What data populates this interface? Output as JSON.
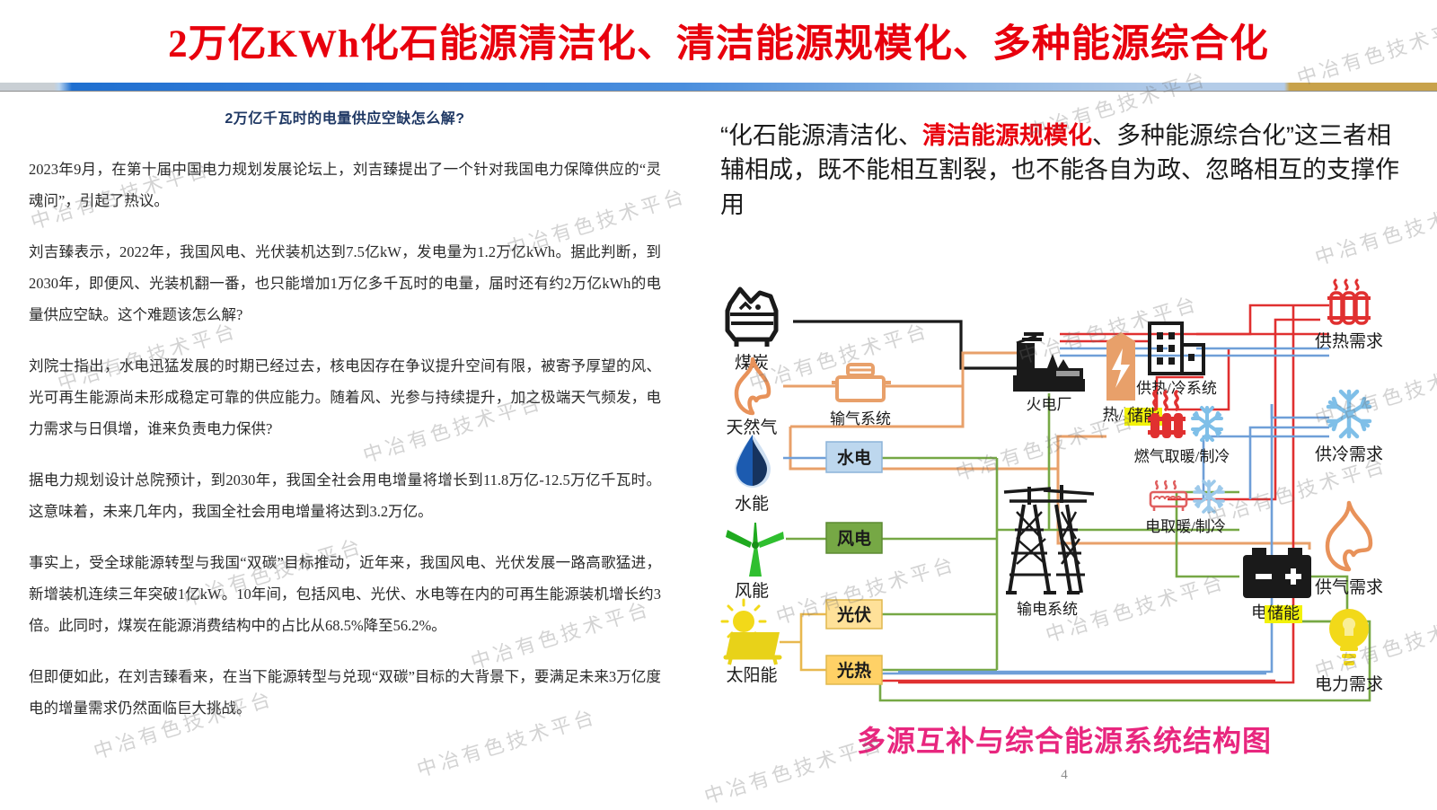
{
  "slide": {
    "title": "2万亿KWh化石能源清洁化、清洁能源规模化、多种能源综合化",
    "page_number": "4",
    "accent_red": "#e8000d",
    "accent_pink": "#e8267e",
    "heading_blue": "#1f3864",
    "rule_gold": "#c8a24b",
    "rule_blue": "#2f7ad6"
  },
  "article": {
    "heading": "2万亿千瓦时的电量供应空缺怎么解?",
    "paragraphs": [
      "2023年9月，在第十届中国电力规划发展论坛上，刘吉臻提出了一个针对我国电力保障供应的“灵魂问”，引起了热议。",
      "刘吉臻表示，2022年，我国风电、光伏装机达到7.5亿kW，发电量为1.2万亿kWh。据此判断，到2030年，即便风、光装机翻一番，也只能增加1万亿多千瓦时的电量，届时还有约2万亿kWh的电量供应空缺。这个难题该怎么解?",
      "刘院士指出，水电迅猛发展的时期已经过去，核电因存在争议提升空间有限，被寄予厚望的风、光可再生能源尚未形成稳定可靠的供应能力。随着风、光参与持续提升，加之极端天气频发，电力需求与日俱增，谁来负责电力保供?",
      "据电力规划设计总院预计，到2030年，我国全社会用电增量将增长到11.8万亿-12.5万亿千瓦时。这意味着，未来几年内，我国全社会用电增量将达到3.2万亿。",
      "事实上，受全球能源转型与我国“双碳”目标推动，近年来，我国风电、光伏发展一路高歌猛进，新增装机连续三年突破1亿kW。10年间，包括风电、光伏、水电等在内的可再生能源装机增长约3倍。此同时，煤炭在能源消费结构中的占比从68.5%降至56.2%。",
      "但即便如此，在刘吉臻看来，在当下能源转型与兑现“双碳”目标的大背景下，要满足未来3万亿度电的增量需求仍然面临巨大挑战。"
    ]
  },
  "quote": {
    "part1": "“化石能源清洁化、",
    "highlight": "清洁能源规模化",
    "part2": "、多种能源综合化”这三者相辅相成，既不能相互割裂，也不能各自为政、忽略相互的支撑作用"
  },
  "diagram": {
    "caption": "多源互补与综合能源系统结构图",
    "sources": [
      {
        "label": "煤炭",
        "icon": "coal-icon",
        "color": "#1a1a1a"
      },
      {
        "label": "天然气",
        "icon": "flame-icon",
        "color": "#e8a06a"
      },
      {
        "label": "水能",
        "icon": "water-drop-icon",
        "color": "#1b3a6b"
      },
      {
        "label": "风能",
        "icon": "wind-turbine-icon",
        "color": "#22aa22"
      },
      {
        "label": "太阳能",
        "icon": "solar-panel-icon",
        "color": "#e8d219"
      }
    ],
    "conversion_boxes": [
      {
        "label": "水电",
        "fill": "#bdd7ee",
        "stroke": "#8cb3d9"
      },
      {
        "label": "风电",
        "fill": "#76a845",
        "stroke": "#5d8a33"
      },
      {
        "label": "光伏",
        "fill": "#ffe199",
        "stroke": "#e0b84f"
      },
      {
        "label": "光热",
        "fill": "#ffd166",
        "stroke": "#e0b84f"
      }
    ],
    "network_nodes": [
      {
        "label": "输气系统",
        "icon": "gas-pipe-icon"
      },
      {
        "label": "火电厂",
        "icon": "power-plant-icon"
      },
      {
        "label": "输电系统",
        "icon": "transmission-tower-icon"
      },
      {
        "label": "供热/冷系统",
        "icon": "building-icon"
      }
    ],
    "storage_nodes": [
      {
        "prefix": "热/冷",
        "highlight": "储能",
        "icon": "thermal-storage-icon"
      },
      {
        "prefix": "电",
        "highlight": "储能",
        "icon": "battery-icon"
      }
    ],
    "end_use": [
      {
        "label": "燃气取暖/制冷",
        "icons": [
          "radiator-icon",
          "snowflake-icon"
        ]
      },
      {
        "label": "电取暖/制冷",
        "icons": [
          "heater-icon",
          "snowflake-icon"
        ]
      }
    ],
    "demands": [
      {
        "label": "供热需求",
        "icon": "radiator-icon",
        "color": "#e03030"
      },
      {
        "label": "供冷需求",
        "icon": "snowflake-icon",
        "color": "#7fbfe8"
      },
      {
        "label": "供气需求",
        "icon": "flame-icon",
        "color": "#e8a06a"
      },
      {
        "label": "电力需求",
        "icon": "lightbulb-icon",
        "color": "#f2d919"
      }
    ],
    "line_colors": {
      "coal": "#1a1a1a",
      "gas": "#e8a06a",
      "electric": "#76a845",
      "heat": "#e03030",
      "cold": "#6f9fd8",
      "water": "#6f9fd8"
    }
  },
  "watermarks": {
    "text": "中冶有色技术平台"
  }
}
